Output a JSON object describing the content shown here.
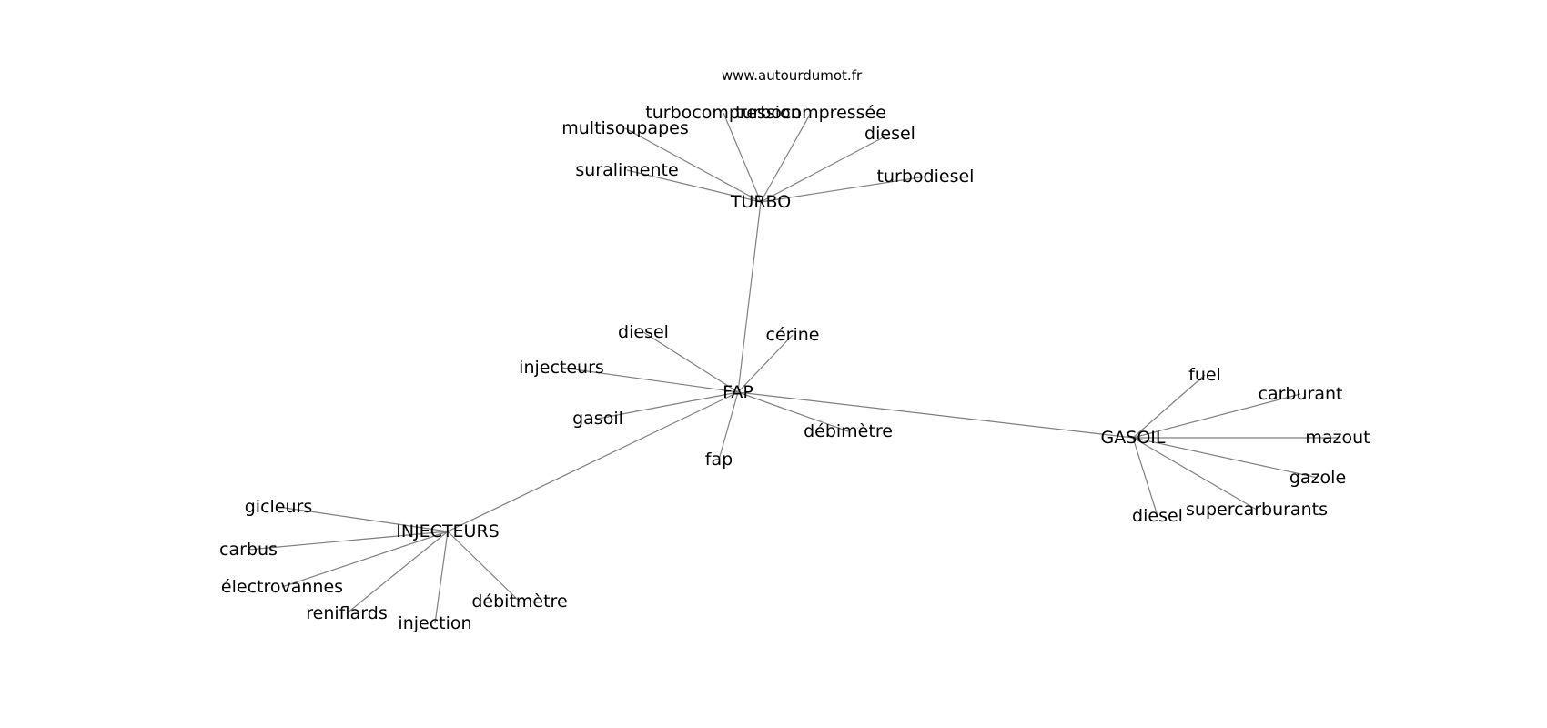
{
  "site": "www.autourdumot.fr",
  "colors": {
    "edge": "#7f7f7f",
    "text": "#000000",
    "background": "#ffffff"
  },
  "nodes": [
    {
      "id": "fap",
      "label": "FAP"
    },
    {
      "id": "turbo",
      "label": "TURBO"
    },
    {
      "id": "gasoil",
      "label": "GASOIL"
    },
    {
      "id": "injecteurs_hub",
      "label": "INJECTEURS"
    },
    {
      "id": "t_multisoupapes",
      "label": "multisoupapes"
    },
    {
      "id": "t_turbocompression",
      "label": "turbocompression"
    },
    {
      "id": "t_turbocompressee",
      "label": "turbocompressée"
    },
    {
      "id": "t_diesel",
      "label": "diesel"
    },
    {
      "id": "t_suralimente",
      "label": "suralimente"
    },
    {
      "id": "t_turbodiesel",
      "label": "turbodiesel"
    },
    {
      "id": "f_diesel",
      "label": "diesel"
    },
    {
      "id": "f_cerine",
      "label": "cérine"
    },
    {
      "id": "f_injecteurs",
      "label": "injecteurs"
    },
    {
      "id": "f_gasoil",
      "label": "gasoil"
    },
    {
      "id": "f_debimetre",
      "label": "débimètre"
    },
    {
      "id": "f_fap",
      "label": "fap"
    },
    {
      "id": "g_fuel",
      "label": "fuel"
    },
    {
      "id": "g_carburant",
      "label": "carburant"
    },
    {
      "id": "g_mazout",
      "label": "mazout"
    },
    {
      "id": "g_gazole",
      "label": "gazole"
    },
    {
      "id": "g_diesel",
      "label": "diesel"
    },
    {
      "id": "g_supercarburants",
      "label": "supercarburants"
    },
    {
      "id": "i_gicleurs",
      "label": "gicleurs"
    },
    {
      "id": "i_carbus",
      "label": "carbus"
    },
    {
      "id": "i_electrovannes",
      "label": "électrovannes"
    },
    {
      "id": "i_reniflards",
      "label": "reniflards"
    },
    {
      "id": "i_injection",
      "label": "injection"
    },
    {
      "id": "i_debitmetre",
      "label": "débitmètre"
    }
  ],
  "edges": [
    [
      "fap",
      "turbo"
    ],
    [
      "fap",
      "gasoil"
    ],
    [
      "fap",
      "injecteurs_hub"
    ],
    [
      "fap",
      "f_diesel"
    ],
    [
      "fap",
      "f_cerine"
    ],
    [
      "fap",
      "f_injecteurs"
    ],
    [
      "fap",
      "f_gasoil"
    ],
    [
      "fap",
      "f_debimetre"
    ],
    [
      "fap",
      "f_fap"
    ],
    [
      "turbo",
      "t_multisoupapes"
    ],
    [
      "turbo",
      "t_turbocompression"
    ],
    [
      "turbo",
      "t_turbocompressee"
    ],
    [
      "turbo",
      "t_diesel"
    ],
    [
      "turbo",
      "t_suralimente"
    ],
    [
      "turbo",
      "t_turbodiesel"
    ],
    [
      "gasoil",
      "g_fuel"
    ],
    [
      "gasoil",
      "g_carburant"
    ],
    [
      "gasoil",
      "g_mazout"
    ],
    [
      "gasoil",
      "g_gazole"
    ],
    [
      "gasoil",
      "g_diesel"
    ],
    [
      "gasoil",
      "g_supercarburants"
    ],
    [
      "injecteurs_hub",
      "i_gicleurs"
    ],
    [
      "injecteurs_hub",
      "i_carbus"
    ],
    [
      "injecteurs_hub",
      "i_electrovannes"
    ],
    [
      "injecteurs_hub",
      "i_reniflards"
    ],
    [
      "injecteurs_hub",
      "i_injection"
    ],
    [
      "injecteurs_hub",
      "i_debitmetre"
    ]
  ]
}
